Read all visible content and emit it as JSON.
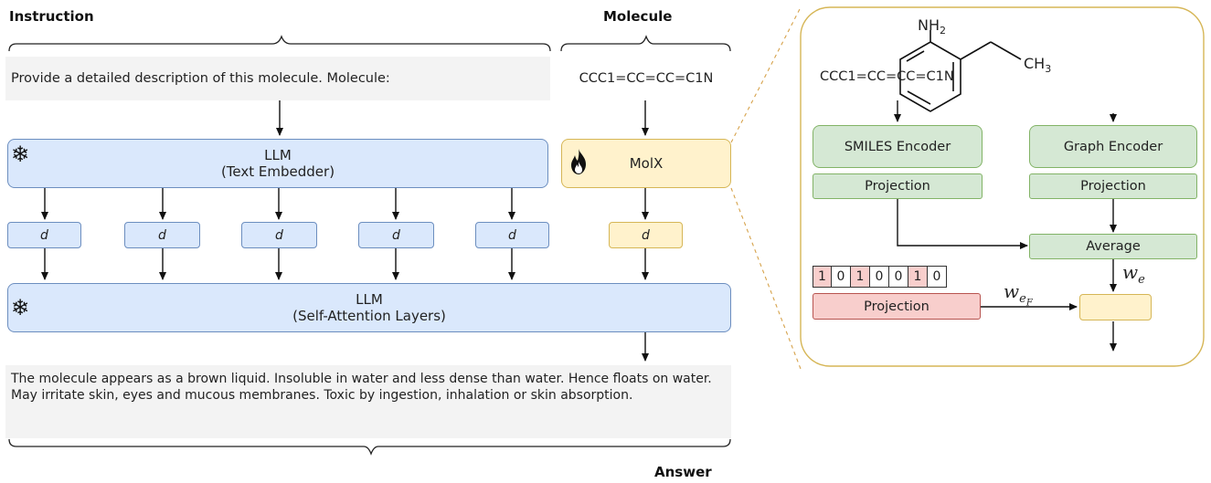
{
  "headers": {
    "instruction": "Instruction",
    "molecule": "Molecule",
    "answer": "Answer"
  },
  "instruction_text": "Provide a detailed description of this molecule. Molecule:",
  "smiles": "CCC1=CC=CC=C1N",
  "llm_embedder": {
    "line1": "LLM",
    "line2": "(Text Embedder)"
  },
  "molx_label": "MolX",
  "d_label": "d",
  "llm_attention": {
    "line1": "LLM",
    "line2": "(Self-Attention Layers)"
  },
  "answer_text": "The molecule appears as a brown liquid. Insoluble in water and less dense than water. Hence floats on water. May irritate skin, eyes and mucous membranes. Toxic by ingestion, inhalation or skin absorption.",
  "detail": {
    "smiles": "CCC1=CC=CC=C1N",
    "smiles_encoder": "SMILES Encoder",
    "graph_encoder": "Graph Encoder",
    "projection": "Projection",
    "average": "Average",
    "fingerprint_bits": [
      "1",
      "0",
      "1",
      "0",
      "0",
      "1",
      "0"
    ],
    "we_label": "w",
    "we_sub": "e",
    "wef_label": "w",
    "wef_sub": "e",
    "wef_subsub": "F",
    "nh2": "NH",
    "nh2_sub": "2",
    "ch3": "CH",
    "ch3_sub": "3"
  },
  "colors": {
    "blue_fill": "#dae8fc",
    "blue_stroke": "#6c8ebf",
    "yellow_fill": "#fff2cc",
    "yellow_stroke": "#d6b656",
    "green_fill": "#d5e8d4",
    "green_stroke": "#82b366",
    "red_fill": "#f8cecc",
    "red_stroke": "#b85450",
    "panel_border": "#d6b656"
  },
  "icons": {
    "frozen": "snowflake-icon",
    "trainable": "flame-icon"
  }
}
